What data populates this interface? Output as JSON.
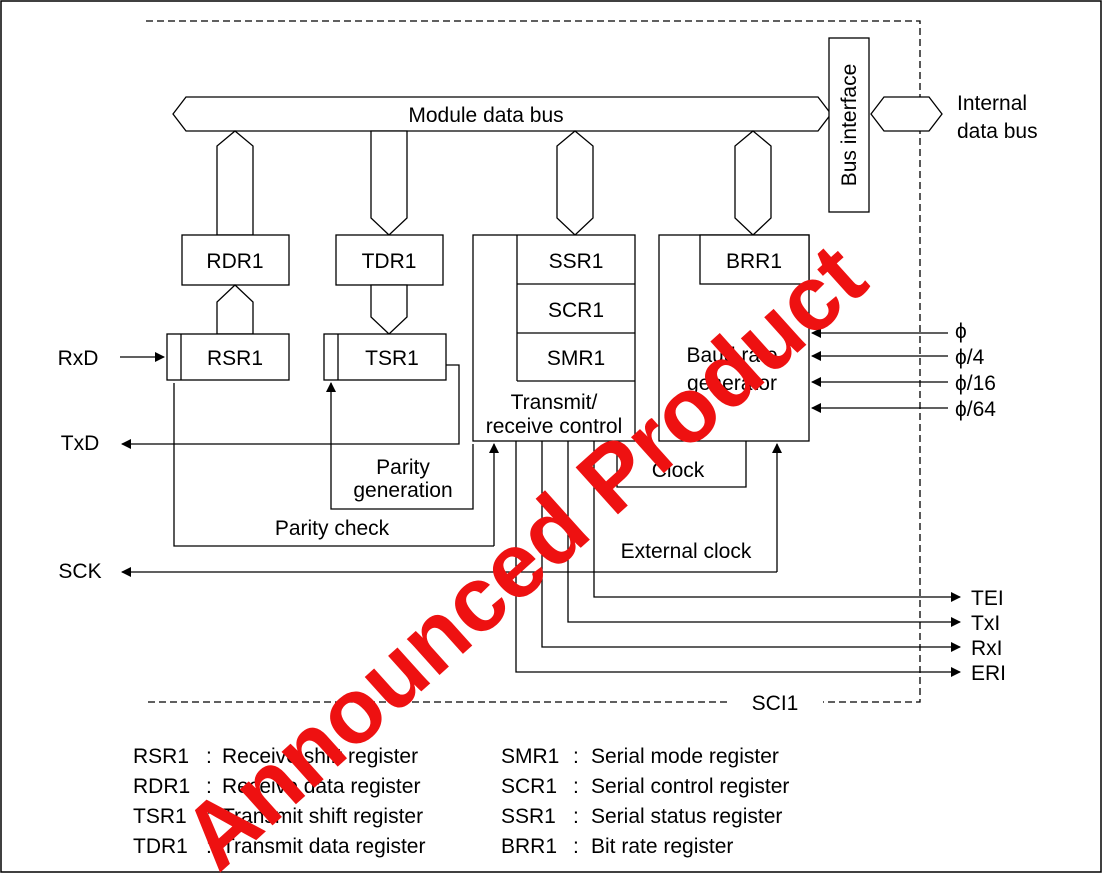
{
  "diagram": {
    "bus": {
      "module": "Module data bus",
      "interface": "Bus interface",
      "internal_line1": "Internal",
      "internal_line2": "data bus"
    },
    "registers": {
      "rdr": "RDR1",
      "tdr": "TDR1",
      "rsr": "RSR1",
      "tsr": "TSR1",
      "ssr": "SSR1",
      "scr": "SCR1",
      "smr": "SMR1",
      "brr": "BRR1"
    },
    "blocks": {
      "trc_line1": "Transmit/",
      "trc_line2": "receive control",
      "baud_line1": "Baud rate",
      "baud_line2": "generator"
    },
    "pins": {
      "rxd": "RxD",
      "txd": "TxD",
      "sck": "SCK"
    },
    "clock_inputs": [
      "ϕ",
      "ϕ/4",
      "ϕ/16",
      "ϕ/64"
    ],
    "interrupts": [
      "TEI",
      "TxI",
      "RxI",
      "ERI"
    ],
    "signals": {
      "parity_gen_line1": "Parity",
      "parity_gen_line2": "generation",
      "parity_check": "Parity check",
      "clock": "Clock",
      "external_clock": "External clock"
    },
    "module_name": "SCI1",
    "legend": [
      {
        "abbr": "RSR1",
        "sep": ":",
        "desc": "Receive shift register"
      },
      {
        "abbr": "RDR1",
        "sep": ":",
        "desc": "Receive data register"
      },
      {
        "abbr": "TSR1",
        "sep": ":",
        "desc": "Transmit shift register"
      },
      {
        "abbr": "TDR1",
        "sep": ":",
        "desc": "Transmit data register"
      },
      {
        "abbr": "SMR1",
        "sep": ":",
        "desc": "Serial mode register"
      },
      {
        "abbr": "SCR1",
        "sep": ":",
        "desc": "Serial control register"
      },
      {
        "abbr": "SSR1",
        "sep": ":",
        "desc": "Serial status register"
      },
      {
        "abbr": "BRR1",
        "sep": ":",
        "desc": "Bit rate register"
      }
    ],
    "watermark": "Announced Product"
  }
}
